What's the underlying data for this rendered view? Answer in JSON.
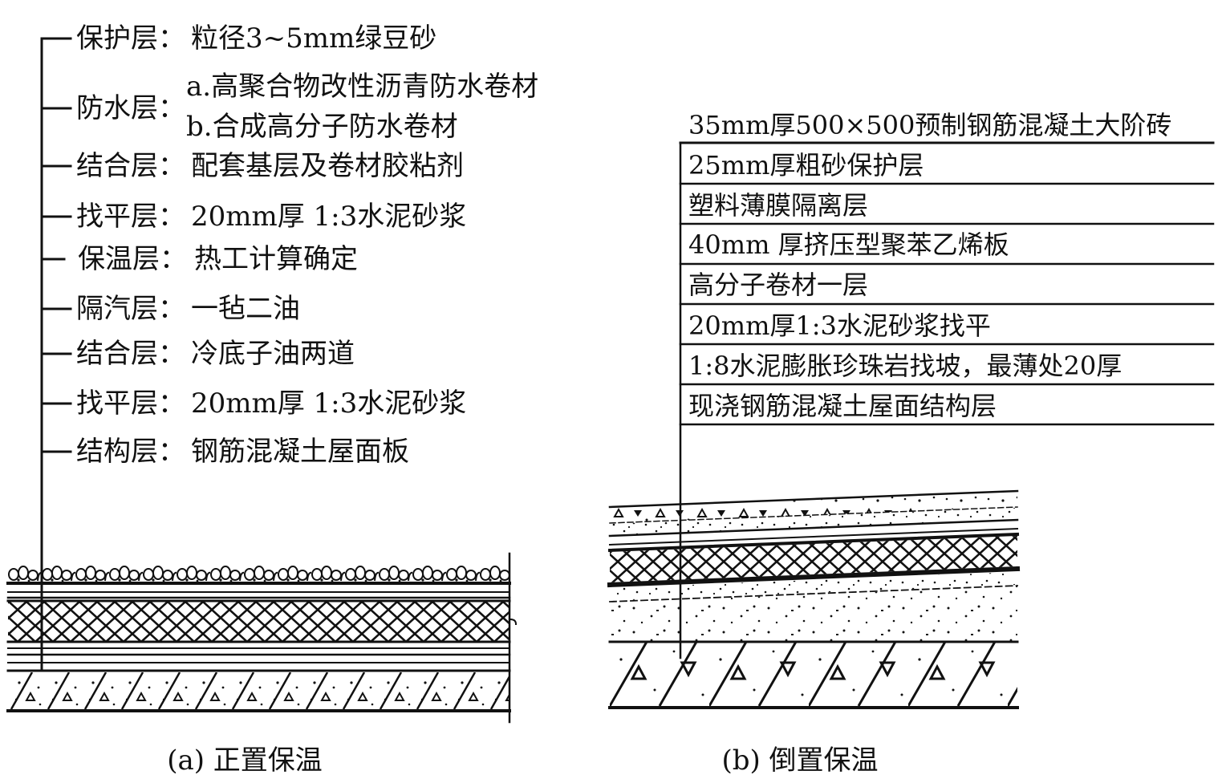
{
  "diagram_a": {
    "layers": [
      {
        "label": "保护层：",
        "desc": "粒径3~5mm绿豆砂"
      },
      {
        "label": "防水层：",
        "options": [
          "a.高聚合物改性沥青防水卷材",
          "b.合成高分子防水卷材"
        ]
      },
      {
        "label": "结合层：",
        "desc": "配套基层及卷材胶粘剂"
      },
      {
        "label": "找平层：",
        "desc": "20mm厚 1:3水泥砂浆"
      },
      {
        "label": "保温层：",
        "desc": "热工计算确定"
      },
      {
        "label": "隔汽层：",
        "desc": "一毡二油"
      },
      {
        "label": "结合层：",
        "desc": "冷底子油两道"
      },
      {
        "label": "找平层：",
        "desc": "20mm厚 1:3水泥砂浆"
      },
      {
        "label": "结构层：",
        "desc": "钢筋混凝土屋面板"
      }
    ],
    "caption": "(a) 正置保温"
  },
  "diagram_b": {
    "layers": [
      "35mm厚500×500预制钢筋混凝土大阶砖",
      "25mm厚粗砂保护层",
      "塑料薄膜隔离层",
      "40mm 厚挤压型聚苯乙烯板",
      "高分子卷材一层",
      "20mm厚1:3水泥砂浆找平",
      "1:8水泥膨胀珍珠岩找坡，最薄处20厚",
      "现浇钢筋混凝土屋面结构层"
    ],
    "caption": "(b) 倒置保温"
  },
  "colors": {
    "ink": "#111111",
    "background": "#ffffff"
  }
}
